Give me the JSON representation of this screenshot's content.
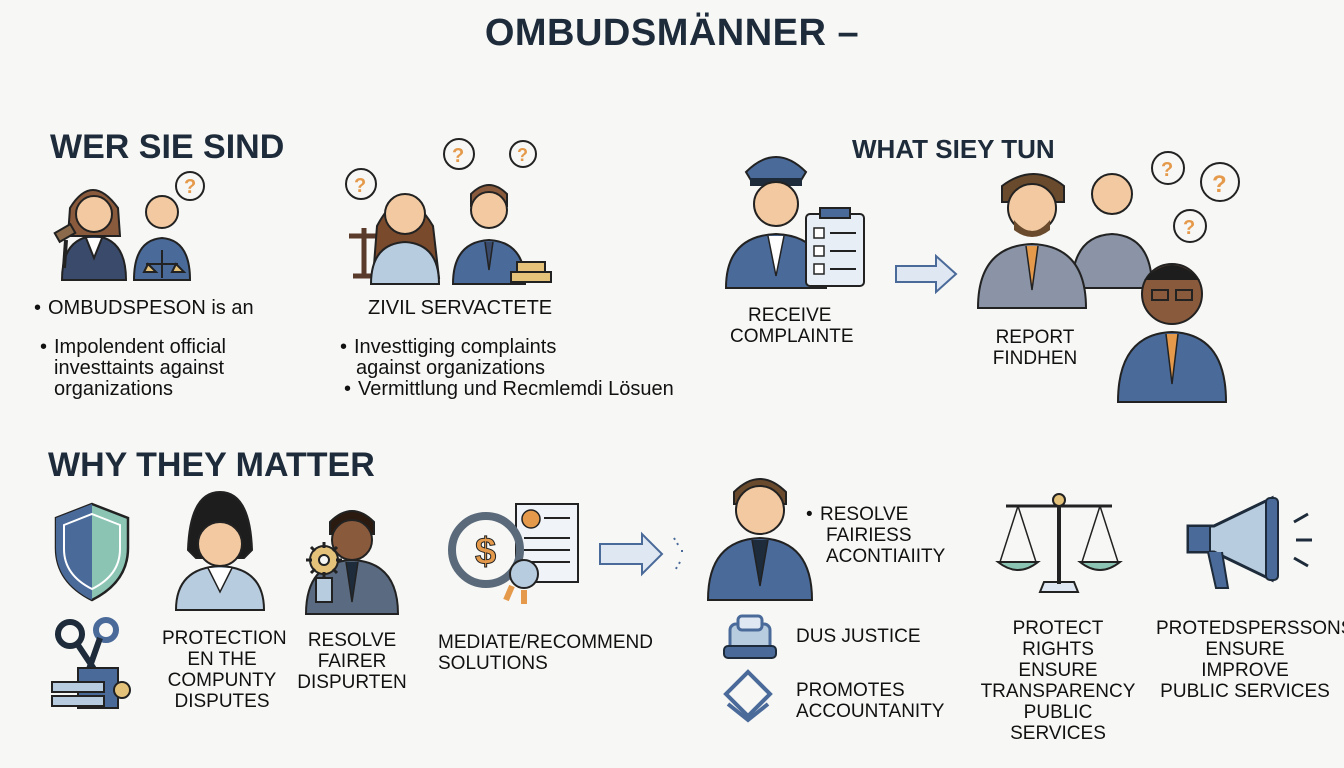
{
  "title": "OMBUDSMÄNNER –",
  "who": {
    "heading": "WER SIE SIND",
    "bullet1": "OMBUDSPESON is an",
    "bullet2_l1": "Impolendent official",
    "bullet2_l2": "investtaints against",
    "bullet2_l3": "organizations",
    "civil_label": "ZIVIL SERVACTETE",
    "civil_b1_l1": "Investtiging complaints",
    "civil_b1_l2": "against organizations",
    "civil_b2": "Vermittlung und Recmlemdi Lösuen"
  },
  "what": {
    "heading": "WHAT SIEY TUN",
    "receive_l1": "RECEIVE",
    "receive_l2": "COMPLAINTE",
    "report_l1": "REPORT",
    "report_l2": "FINDHEN"
  },
  "why": {
    "heading": "WHY THEY MATTER",
    "protection": [
      "PROTECTION",
      "EN THE",
      "COMPUNTY",
      "DISPUTES"
    ],
    "resolve": [
      "RESOLVE",
      "FAIRER",
      "DISPURTEN"
    ],
    "mediate": [
      "MEDIATE/RECOMMEND",
      "SOLUTIONS"
    ],
    "resolve2": [
      "RESOLVE",
      "FAIRIESS",
      "ACONTIAIITY"
    ],
    "justice": "DUS JUSTICE",
    "promotes": [
      "PROMOTES",
      "ACCOUNTANITY"
    ],
    "protect": [
      "PROTECT RIGHTS",
      "ENSURE",
      "TRANSPARENCY",
      "PUBLIC SERVICES"
    ],
    "protedspersons": [
      "PROTEDSPERSSONS",
      "ENSURE",
      "IMPROVE",
      "PUBLIC SERVICES"
    ]
  },
  "colors": {
    "navy": "#1d2b3a",
    "suit": "#4a6a9a",
    "skin": "#f2c9a0",
    "teal": "#8cc4b4",
    "light_blue": "#b8cce0",
    "accent_orange": "#e59a4b"
  }
}
